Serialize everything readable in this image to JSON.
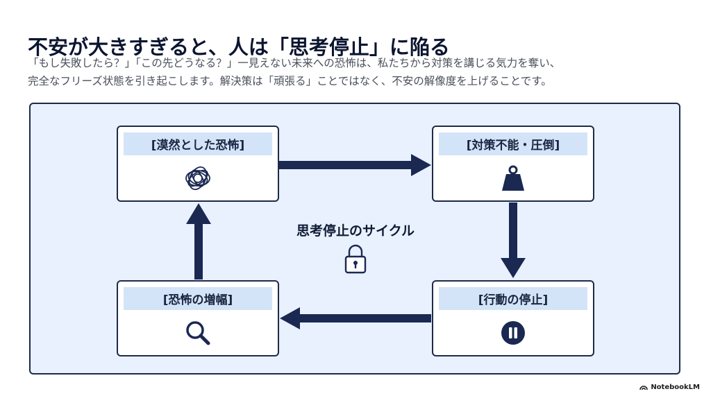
{
  "slide": {
    "title": "不安が大きすぎると、人は「思考停止」に陥る",
    "description_line1": "「もし失敗したら？」「この先どうなる？」一見えない未来への恐怖は、私たちから対策を講じる気力を奪い、",
    "description_line2": "完全なフリーズ状態を引き起こします。解決策は「頑張る」ことではなく、不安の解像度を上げることです。"
  },
  "diagram": {
    "cycle_label": "思考停止のサイクル",
    "nodes": [
      {
        "label": "[漠然とした恐怖]",
        "icon": "tangled-thread-icon"
      },
      {
        "label": "[対策不能・圧倒]",
        "icon": "weight-icon"
      },
      {
        "label": "[行動の停止]",
        "icon": "pause-icon"
      },
      {
        "label": "[恐怖の増幅]",
        "icon": "magnifying-glass-icon"
      }
    ],
    "center_icon": "lock-icon"
  },
  "branding": {
    "label": "NotebookLM",
    "icon": "notebooklm-logo-icon"
  },
  "colors": {
    "navy": "#1a2852",
    "panel_background": "#e8f1fd",
    "label_background": "#d3e4f8"
  }
}
